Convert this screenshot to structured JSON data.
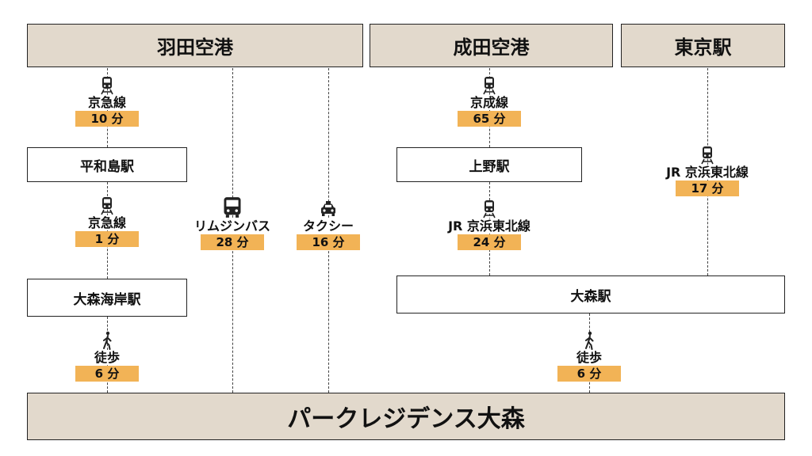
{
  "hubs": {
    "haneda": "羽田空港",
    "narita": "成田空港",
    "tokyo": "東京駅"
  },
  "stations": {
    "heiwajima": "平和島駅",
    "omori_kaigan": "大森海岸駅",
    "ueno": "上野駅",
    "omori": "大森駅"
  },
  "destination": "パークレジデンス大森",
  "segments": {
    "haneda_keikyu_1": {
      "label": "京急線",
      "time": "10 分",
      "icon": "train-icon"
    },
    "keikyu_2": {
      "label": "京急線",
      "time": "1 分",
      "icon": "train-icon"
    },
    "walk_left": {
      "label": "徒歩",
      "time": "6 分",
      "icon": "walking-icon"
    },
    "limousine_bus": {
      "label": "リムジンバス",
      "time": "28 分",
      "icon": "bus-icon"
    },
    "taxi": {
      "label": "タクシー",
      "time": "16 分",
      "icon": "taxi-icon"
    },
    "keisei": {
      "label": "京成線",
      "time": "65 分",
      "icon": "train-icon"
    },
    "jr_from_ueno": {
      "label": "JR 京浜東北線",
      "time": "24 分",
      "icon": "train-icon"
    },
    "jr_from_tokyo": {
      "label": "JR 京浜東北線",
      "time": "17 分",
      "icon": "train-icon"
    },
    "walk_right": {
      "label": "徒歩",
      "time": "6 分",
      "icon": "walking-icon"
    }
  }
}
